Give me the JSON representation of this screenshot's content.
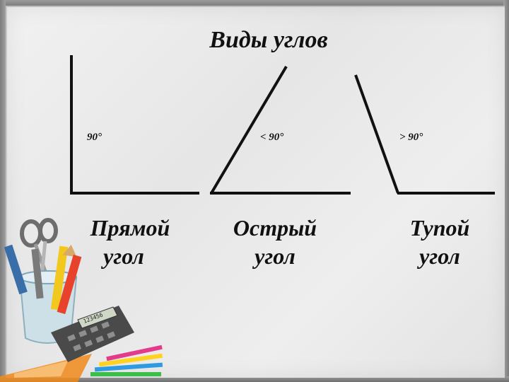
{
  "title": "Виды углов",
  "angles": [
    {
      "degree_label": "90°",
      "name_line1": "Прямой",
      "name_line2": "угол"
    },
    {
      "degree_label": "< 90°",
      "name_line1": "Острый",
      "name_line2": "угол"
    },
    {
      "degree_label": "> 90°",
      "name_line1": "Тупой",
      "name_line2": "угол"
    }
  ],
  "calculator_display": "123456"
}
